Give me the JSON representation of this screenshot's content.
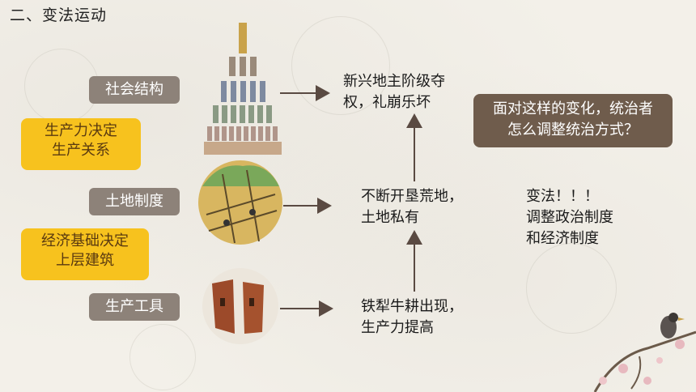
{
  "title": "二、变法运动",
  "tags": {
    "society": "社会结构",
    "land": "土地制度",
    "tools": "生产工具"
  },
  "yellow_boxes": {
    "box1": [
      "生产力决定",
      "生产关系"
    ],
    "box2": [
      "经济基础决定",
      "上层建筑"
    ]
  },
  "results": {
    "top": [
      "新兴地主阶级夺",
      "权，礼崩乐坏"
    ],
    "middle": [
      "不断开垦荒地，",
      "土地私有"
    ],
    "bottom": [
      "铁犁牛耕出现，",
      "生产力提高"
    ]
  },
  "question": [
    "面对这样的变化，统治者",
    "怎么调整统治方式？"
  ],
  "answer": [
    "变法！！！",
    "调整政治制度",
    "和经济制度"
  ],
  "colors": {
    "tag_bg": "#8d8279",
    "yellow": "#f7c21e",
    "question_bg": "#6f5c4c",
    "arrow": "#5a4a42"
  }
}
